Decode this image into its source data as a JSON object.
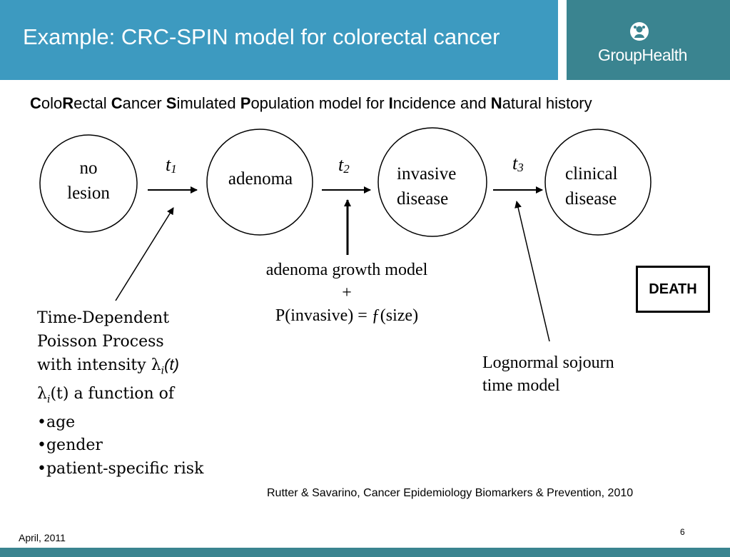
{
  "header": {
    "title": "Example: CRC-SPIN model for colorectal cancer",
    "color": "#3d9ac0"
  },
  "logo": {
    "text": "GroupHealth",
    "color": "#3a8490",
    "icon": "grouphealth-emblem-icon"
  },
  "subtitle": {
    "parts": [
      {
        "bold": "C",
        "rest": "olo"
      },
      {
        "bold": "R",
        "rest": "ectal "
      },
      {
        "bold": "C",
        "rest": "ancer "
      },
      {
        "bold": "S",
        "rest": "imulated "
      },
      {
        "bold": "P",
        "rest": "opulation model for "
      },
      {
        "bold": "I",
        "rest": "ncidence and "
      },
      {
        "bold": "N",
        "rest": "atural history"
      }
    ]
  },
  "states": [
    {
      "line1": "no",
      "line2": "lesion"
    },
    {
      "line1": "adenoma",
      "line2": ""
    },
    {
      "line1": "invasive",
      "line2": "disease"
    },
    {
      "line1": "clinical",
      "line2": "disease"
    }
  ],
  "transitions": [
    {
      "base": "t",
      "sub": "1"
    },
    {
      "base": "t",
      "sub": "2"
    },
    {
      "base": "t",
      "sub": "3"
    }
  ],
  "center_note": {
    "line1": "adenoma growth model",
    "line2": "+",
    "line3": "P(invasive) = ƒ(size)"
  },
  "left_note": {
    "line1": "Time-Dependent",
    "line2": "Poisson Process",
    "line3_prefix": "with intensity λ",
    "line3_sub": "i",
    "line3_suffix": "(t)",
    "line4_prefix": "λ",
    "line4_sub": "i",
    "line4_suffix": "(t) a function of",
    "bullets": [
      "•age",
      "•gender",
      "•patient-specific risk"
    ]
  },
  "right_note": {
    "line1": "Lognormal sojourn",
    "line2": "time model"
  },
  "death_label": "DEATH",
  "citation": "Rutter & Savarino, Cancer Epidemiology Biomarkers & Prevention, 2010",
  "page_number": "6",
  "date": "April, 2011"
}
